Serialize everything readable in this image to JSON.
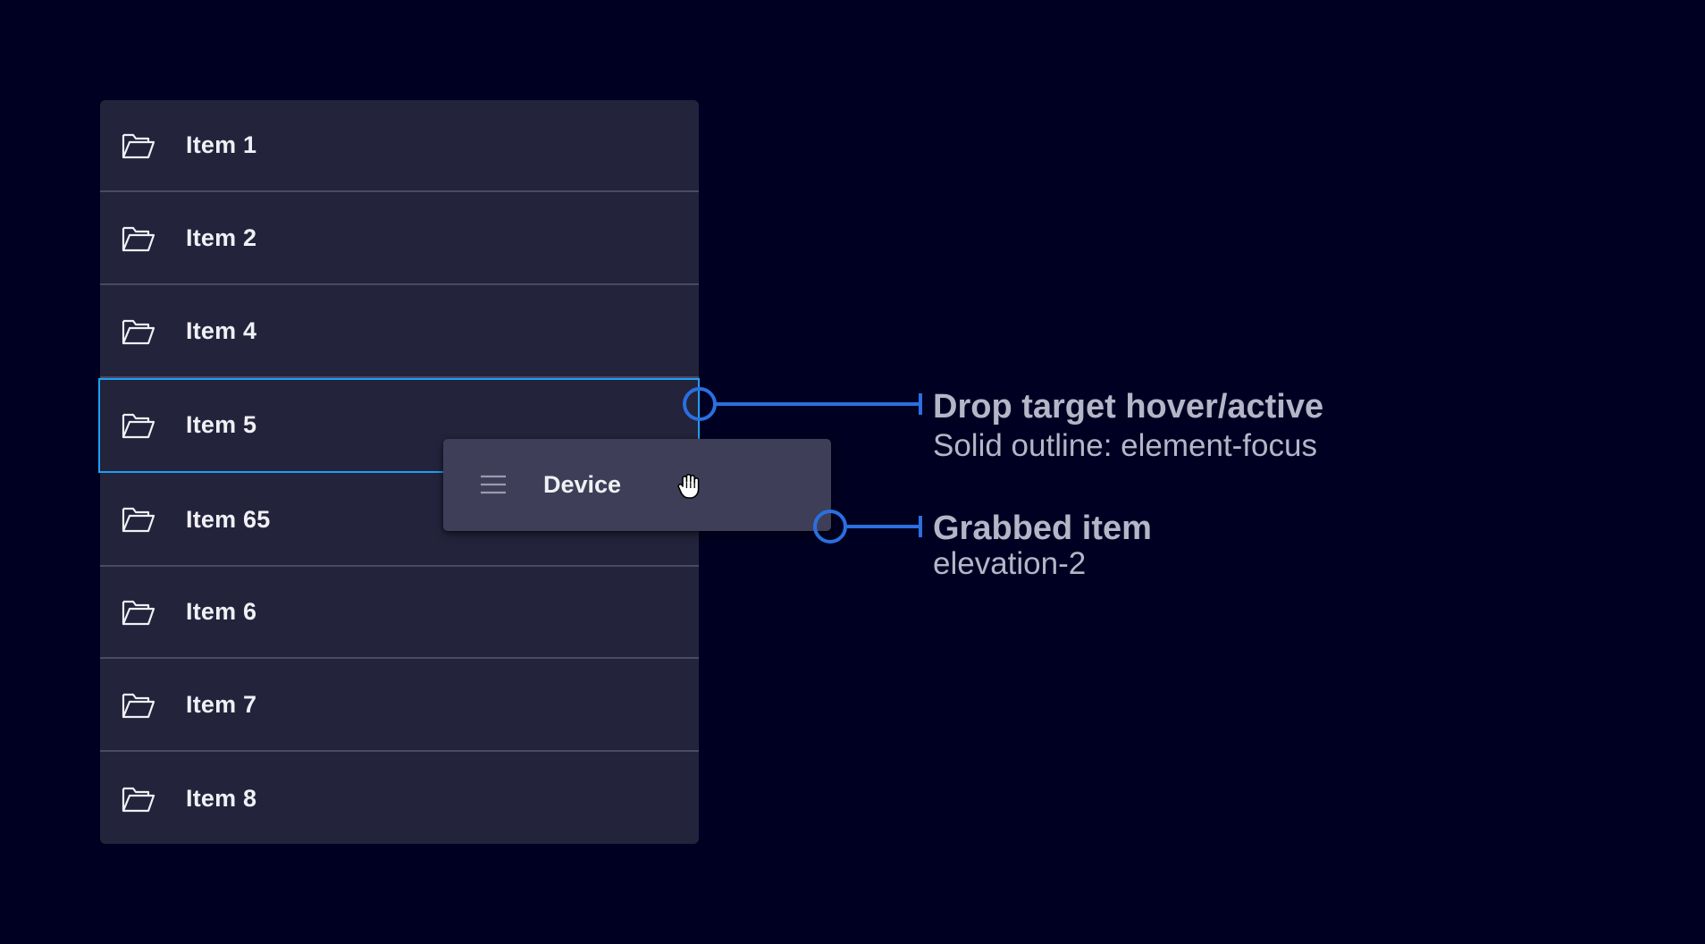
{
  "tree": {
    "items": [
      {
        "label": "Item 1",
        "icon": "folder-open-icon"
      },
      {
        "label": "Item 2",
        "icon": "folder-open-icon"
      },
      {
        "label": "Item 4",
        "icon": "folder-open-icon"
      },
      {
        "label": "Item 5",
        "icon": "folder-open-icon",
        "state": "drop-target"
      },
      {
        "label": "Item 65",
        "icon": "folder-open-icon"
      },
      {
        "label": "Item 6",
        "icon": "folder-open-icon"
      },
      {
        "label": "Item 7",
        "icon": "folder-open-icon"
      },
      {
        "label": "Item 8",
        "icon": "folder-open-icon"
      }
    ]
  },
  "grabbed_item": {
    "label": "Device",
    "handle_icon": "drag-handle-icon",
    "cursor_icon": "grab-hand-cursor-icon"
  },
  "callouts": {
    "drop_target": {
      "title": "Drop target hover/active",
      "subtitle": "Solid outline: element-focus"
    },
    "grabbed": {
      "title": "Grabbed item",
      "subtitle": "elevation-2"
    }
  },
  "colors": {
    "background": "#000022",
    "tree_background": "#23233c",
    "grabbed_background": "#3e3e58",
    "focus_outline": "#1e9ff5",
    "callout_line": "#2b6fe0",
    "text_primary": "#f0f0f5",
    "text_callout": "#b5b5c8"
  }
}
